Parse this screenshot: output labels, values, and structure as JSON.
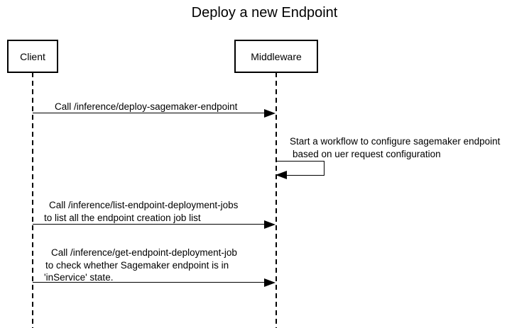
{
  "diagram": {
    "type": "sequence",
    "title": "Deploy a new Endpoint"
  },
  "actors": [
    {
      "name": "Client"
    },
    {
      "name": "Middleware"
    }
  ],
  "messages": [
    {
      "from": "Client",
      "to": "Middleware",
      "style": "solid-arrow",
      "lines": [
        "Call /inference/deploy-sagemaker-endpoint"
      ]
    },
    {
      "from": "Middleware",
      "to": "Middleware",
      "style": "self-arrow",
      "lines": [
        "Start a workflow to configure sagemaker endpoint",
        "based on uer request configuration"
      ]
    },
    {
      "from": "Client",
      "to": "Middleware",
      "style": "solid-arrow",
      "lines": [
        "Call /inference/list-endpoint-deployment-jobs",
        "to list all the endpoint creation job list"
      ]
    },
    {
      "from": "Client",
      "to": "Middleware",
      "style": "solid-arrow",
      "lines": [
        "Call /inference/get-endpoint-deployment-job",
        "to check whether Sagemaker endpoint is in",
        "'inService' state."
      ]
    }
  ],
  "colors": {
    "background": "#ffffff",
    "line": "#000000",
    "text": "#000000"
  }
}
